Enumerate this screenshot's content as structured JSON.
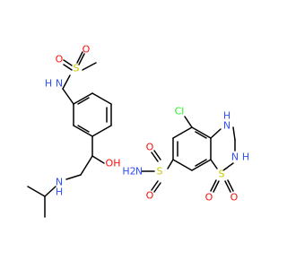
{
  "figure": {
    "background": "#FFFFFF",
    "element_colors": {
      "C": "#000000",
      "N": "#3050F8",
      "O": "#FF0D0D",
      "S": "#C8C800",
      "Cl": "#1FF01F"
    },
    "molecules": [
      {
        "name": "sotalol",
        "atom_labels": {
          "sulfonamide_n": "N",
          "sulfonamide_h": "H",
          "sulfur": "S",
          "oxygen_top": "O",
          "oxygen_left": "O",
          "hydroxyl": "OH",
          "amine_n": "N",
          "amine_h": "H"
        }
      },
      {
        "name": "hydrochlorothiazide",
        "atom_labels": {
          "chlorine": "Cl",
          "nh_top": "N",
          "h_top": "H",
          "nh_ring": "N",
          "h_ring": "H",
          "ring_sulfur": "S",
          "ring_oxygen_left": "O",
          "ring_oxygen_right": "O",
          "sulfonamide_sulfur": "S",
          "sulfonamide_oxygen_top": "O",
          "sulfonamide_oxygen_bottom": "O",
          "amide_n": "N",
          "amide_h2": "H2",
          "amide_h": "H"
        }
      }
    ]
  }
}
